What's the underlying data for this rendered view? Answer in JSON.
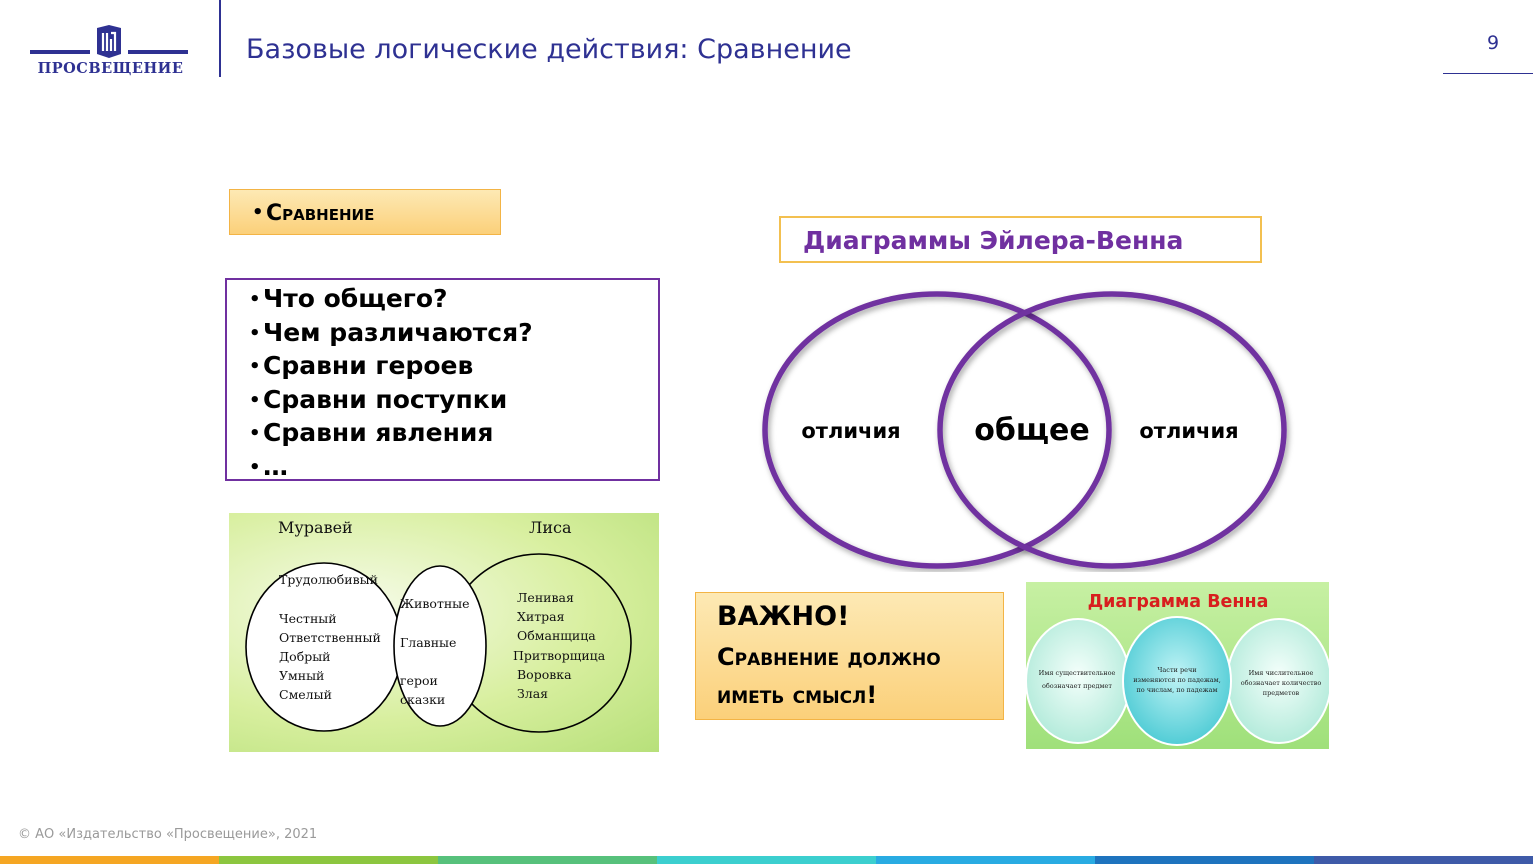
{
  "header": {
    "logo_text": "ПРОСВЕЩЕНИЕ",
    "title": "Базовые логические действия: Сравнение",
    "page_number": "9"
  },
  "left": {
    "term": "Сравнение",
    "questions": [
      "Что общего?",
      "Чем различаются?",
      "Сравни героев",
      "Сравни поступки",
      "Сравни явления",
      "…"
    ],
    "ant_fox_diagram": {
      "left_title": "Муравей",
      "right_title": "Лиса",
      "left_traits": [
        "Трудолюбивый",
        "Честный",
        "Ответственный",
        "Добрый",
        "Умный",
        "Смелый"
      ],
      "common_traits": [
        "Животные",
        "Главные",
        "герои",
        "сказки"
      ],
      "right_traits": [
        "Ленивая",
        "Хитрая",
        "Обманщица",
        "Притворщица",
        "Воровка",
        "Злая"
      ]
    }
  },
  "right": {
    "euler_title": "Диаграммы Эйлера-Венна",
    "venn_left": "отличия",
    "venn_center": "общее",
    "venn_right": "отличия",
    "note_line1": "Важно!",
    "note_line2": "Сравнение должно",
    "note_line3": "иметь смысл!",
    "venn_card": {
      "title": "Диаграмма Венна",
      "left_text": [
        "Имя существительное",
        "обозначает предмет"
      ],
      "center_text": [
        "Части речи",
        "изменяются по падежам,",
        "по числам, по падежам"
      ],
      "right_text": [
        "Имя числительное",
        "обозначает количество",
        "предметов"
      ]
    }
  },
  "footer": {
    "copyright": "© АО «Издательство «Просвещение», 2021"
  },
  "colors": {
    "brand_blue": "#2e3192",
    "accent_purple": "#7030a0",
    "note_orange": "#fbd07a",
    "footer_stripes": [
      "#f5a623",
      "#8cc63f",
      "#57c17b",
      "#3ccfcf",
      "#29abe2",
      "#1e73be",
      "#3e5aa8"
    ]
  }
}
